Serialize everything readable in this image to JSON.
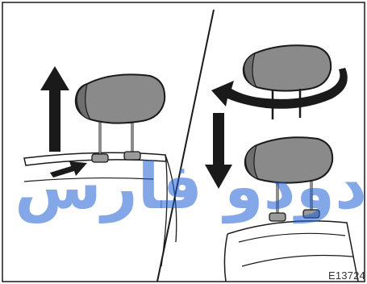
{
  "figure": {
    "id_label": "E13724",
    "watermark_text": "ادودو فارس",
    "colors": {
      "background": "#ffffff",
      "line": "#1a1a1a",
      "headrest_fill": "#8a8a8a",
      "headrest_shade": "#6e6e6e",
      "arrow_fill": "#1a1a1a",
      "watermark": "#1f5fd6"
    },
    "panels": [
      {
        "name": "raise-headrest",
        "icons": [
          "up-arrow-icon",
          "release-button-arrow-icon"
        ]
      },
      {
        "name": "remove-and-reinstall-headrest",
        "icons": [
          "rotate-arrow-icon",
          "down-arrow-icon"
        ]
      }
    ]
  }
}
